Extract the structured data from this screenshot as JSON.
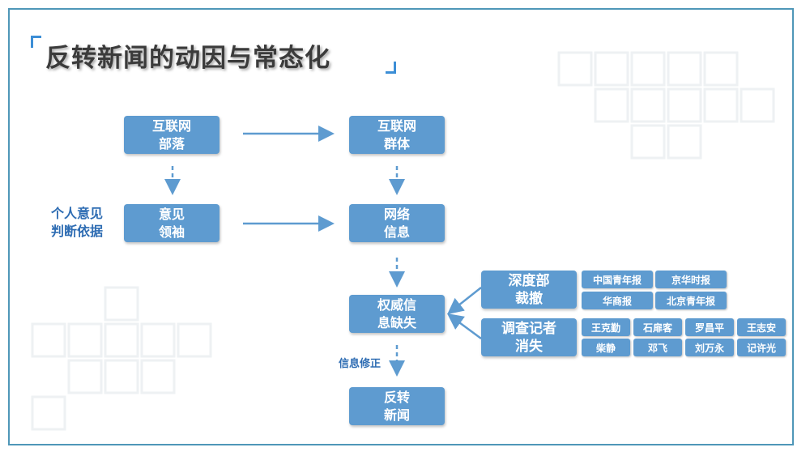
{
  "title": "反转新闻的动因与常态化",
  "nodes": {
    "internet_tribe": [
      "互联网",
      "部落"
    ],
    "internet_group": [
      "互联网",
      "群体"
    ],
    "opinion_leader": [
      "意见",
      "领袖"
    ],
    "network_info": [
      "网络",
      "信息"
    ],
    "authority_lack": [
      "权威信",
      "息缺失"
    ],
    "reversal_news": [
      "反转",
      "新闻"
    ],
    "deep_dept": [
      "深度部",
      "裁撤"
    ],
    "investigative": [
      "调查记者",
      "消失"
    ]
  },
  "labels": {
    "personal_opinion": [
      "个人意见",
      "判断依据"
    ],
    "info_correction": "信息修正"
  },
  "newspapers": [
    "中国青年报",
    "京华时报",
    "华商报",
    "北京青年报"
  ],
  "journalists": [
    "王克勤",
    "石扉客",
    "罗昌平",
    "王志安",
    "柴静",
    "邓飞",
    "刘万永",
    "记许光"
  ],
  "colors": {
    "node": "#5e9bd0",
    "frame": "#4f97b8",
    "label": "#2f6db3"
  }
}
